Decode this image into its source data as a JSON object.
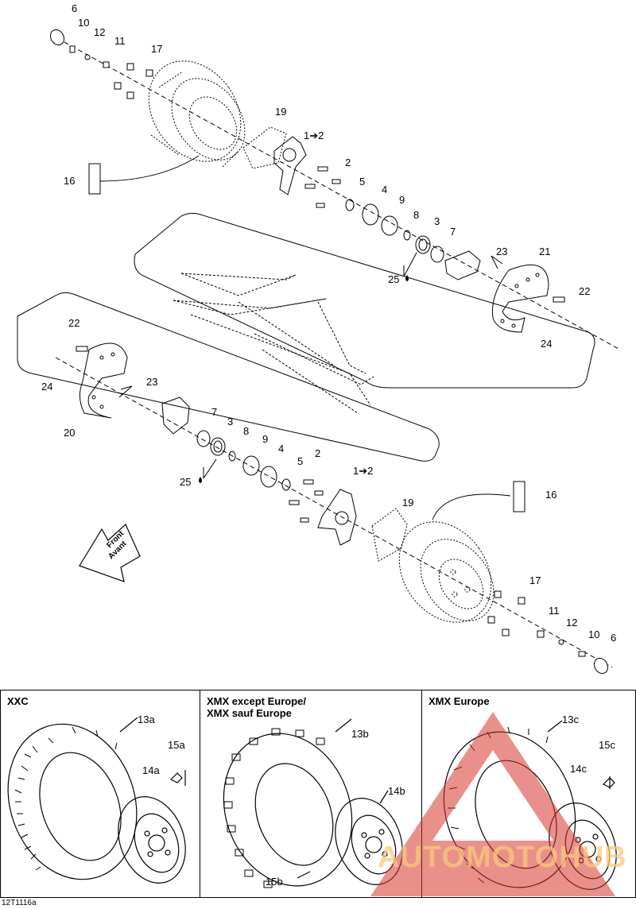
{
  "diagram": {
    "callouts": [
      "6",
      "10",
      "12",
      "11",
      "17",
      "19",
      "1➔2",
      "2",
      "5",
      "4",
      "9",
      "8",
      "3",
      "7",
      "16",
      "25",
      "23",
      "21",
      "22",
      "24",
      "22",
      "24",
      "23",
      "20",
      "7",
      "3",
      "8",
      "9",
      "4",
      "5",
      "2",
      "1➔2",
      "19",
      "25",
      "16",
      "17",
      "11",
      "12",
      "10",
      "6"
    ],
    "arrow_label_line1": "Front",
    "arrow_label_line2": "Avant"
  },
  "panels": [
    {
      "title": "XXC",
      "tire_label": "13a",
      "rim_label": "14a",
      "valve_label": "15a"
    },
    {
      "title": "XMX except Europe/\nXMX sauf Europe",
      "tire_label": "13b",
      "rim_label": "14b",
      "valve_label": "15b"
    },
    {
      "title": "XMX Europe",
      "tire_label": "13c",
      "rim_label": "14c",
      "valve_label": "15c"
    }
  ],
  "figure_code": "12T1116a",
  "watermark": {
    "text": "AUTOMOTOHUB",
    "color": "#d9342b"
  }
}
